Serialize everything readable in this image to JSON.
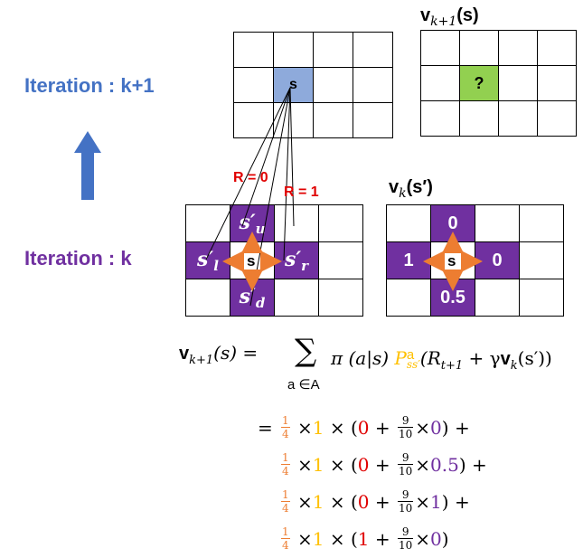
{
  "labels": {
    "iter_top": "Iteration : k+1",
    "iter_bottom": "Iteration : k",
    "v_top_main": "v",
    "v_top_sub": "k+1",
    "v_top_arg": "(s)",
    "v_bot_main": "v",
    "v_bot_sub": "k",
    "v_bot_arg": "(s′)",
    "r0": "R = 0",
    "r1": "R = 1"
  },
  "grids": {
    "top_left_center": "s",
    "top_right_center": "?",
    "bottom_left": {
      "up": "s′",
      "up_sub": "u",
      "left": "s′",
      "left_sub": "l",
      "right": "s′",
      "right_sub": "r",
      "down": "s′",
      "down_sub": "d",
      "center": "s"
    },
    "bottom_right": {
      "up": "0",
      "left": "1",
      "right": "0",
      "down": "0.5",
      "center": "s"
    }
  },
  "equation": {
    "lhs_v": "v",
    "lhs_sub": "k+1",
    "lhs_arg": "(s) =",
    "sum": "∑",
    "sum_under": "a ∈A",
    "pi": "π (a|s)",
    "P": "P",
    "P_sup": "a",
    "P_sub": "ss′",
    "rest": "(R",
    "rest_sub": "t+1",
    "rest2": " + γ",
    "rest_v": "v",
    "rest_v_sub": "k",
    "rest3": "(s′))"
  },
  "lines": [
    {
      "prefix": "=",
      "prob_num": "1",
      "prob_den": "4",
      "pi": "1",
      "r": "0",
      "g_num": "9",
      "g_den": "10",
      "v": "0",
      "suffix": ") +"
    },
    {
      "prefix": "",
      "prob_num": "1",
      "prob_den": "4",
      "pi": "1",
      "r": "0",
      "g_num": "9",
      "g_den": "10",
      "v": "0.5",
      "suffix": ") +"
    },
    {
      "prefix": "",
      "prob_num": "1",
      "prob_den": "4",
      "pi": "1",
      "r": "0",
      "g_num": "9",
      "g_den": "10",
      "v": "1",
      "suffix": ") +"
    },
    {
      "prefix": "",
      "prob_num": "1",
      "prob_den": "4",
      "pi": "1",
      "r": "1",
      "g_num": "9",
      "g_den": "10",
      "v": "0",
      "suffix": ")"
    }
  ],
  "colors": {
    "blue_text": "#4472c4",
    "purple": "#7030a0",
    "arrow_blue": "#4472c4",
    "arrow_orange": "#ed7d31",
    "cell_blue": "#8eaadb",
    "cell_green": "#92d050",
    "red": "#e00000",
    "yellow": "#ffc000"
  }
}
